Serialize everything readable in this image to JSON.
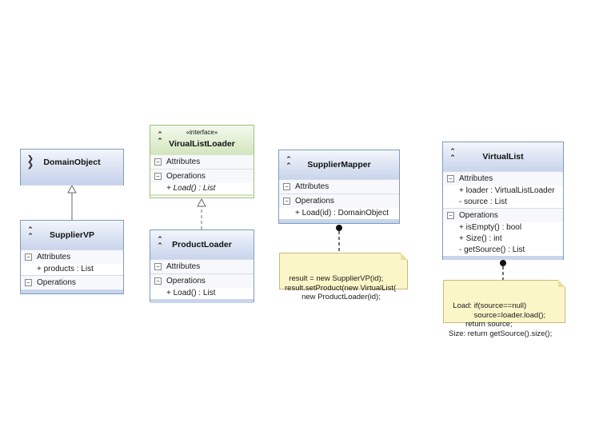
{
  "classes": {
    "domain_object": {
      "name": "DomainObject"
    },
    "supplier_vp": {
      "name": "SupplierVP",
      "attributes_label": "Attributes",
      "attributes": [
        "+ products : List"
      ],
      "operations_label": "Operations"
    },
    "virtual_list_loader": {
      "stereotype": "«interface»",
      "name": "VirualListLoader",
      "attributes_label": "Attributes",
      "operations_label": "Operations",
      "operations": [
        "+ Load() : List"
      ]
    },
    "product_loader": {
      "name": "ProductLoader",
      "attributes_label": "Attributes",
      "operations_label": "Operations",
      "operations": [
        "+ Load() : List"
      ]
    },
    "supplier_mapper": {
      "name": "SupplierMapper",
      "attributes_label": "Attributes",
      "operations_label": "Operations",
      "operations": [
        "+ Load(id) : DomainObject"
      ]
    },
    "virtual_list": {
      "name": "VirtualList",
      "attributes_label": "Attributes",
      "attributes": [
        "+ loader : VirtualListLoader",
        "- source : List"
      ],
      "operations_label": "Operations",
      "operations": [
        "+ isEmpty() : bool",
        "+ Size() : int",
        "- getSource() : List"
      ]
    }
  },
  "notes": {
    "mapper_note": "result = new SupplierVP(id);\nresult.setProduct(new VirtualList(\n        new ProductLoader(id);",
    "virtual_list_note": "Load: if(source==null)\n            source=loader.load();\n        return source;\nSize: return getSource().size();"
  },
  "colors": {
    "class_header_blue": "#c9d5ec",
    "class_header_green": "#d3e6be",
    "note_fill": "#fbf6c8"
  }
}
